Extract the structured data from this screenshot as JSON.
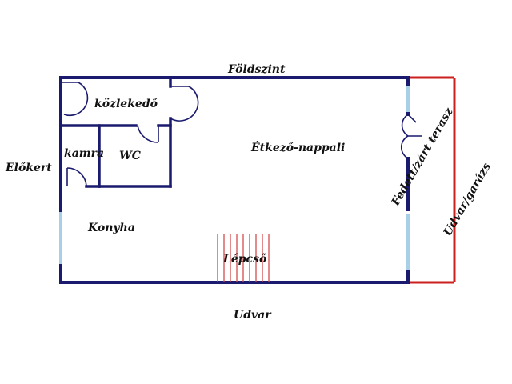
{
  "floor_plan": {
    "title": "Földszint",
    "bottom_label": "Udvar",
    "left_label": "Előkert",
    "rooms": {
      "hallway": "közlekedő",
      "pantry": "kamra",
      "wc": "WC",
      "dining_living": "Étkező-nappali",
      "kitchen": "Konyha",
      "stairs": "Lépcső",
      "terrace": "Fedett/zárt terasz",
      "courtyard_garage": "Udvar/garázs"
    }
  },
  "colors": {
    "wall": "#1a1a6e",
    "window": "#a8cfe8",
    "outline_red": "#cc1f1f",
    "stair": "#d44a4a",
    "text": "#111111"
  }
}
